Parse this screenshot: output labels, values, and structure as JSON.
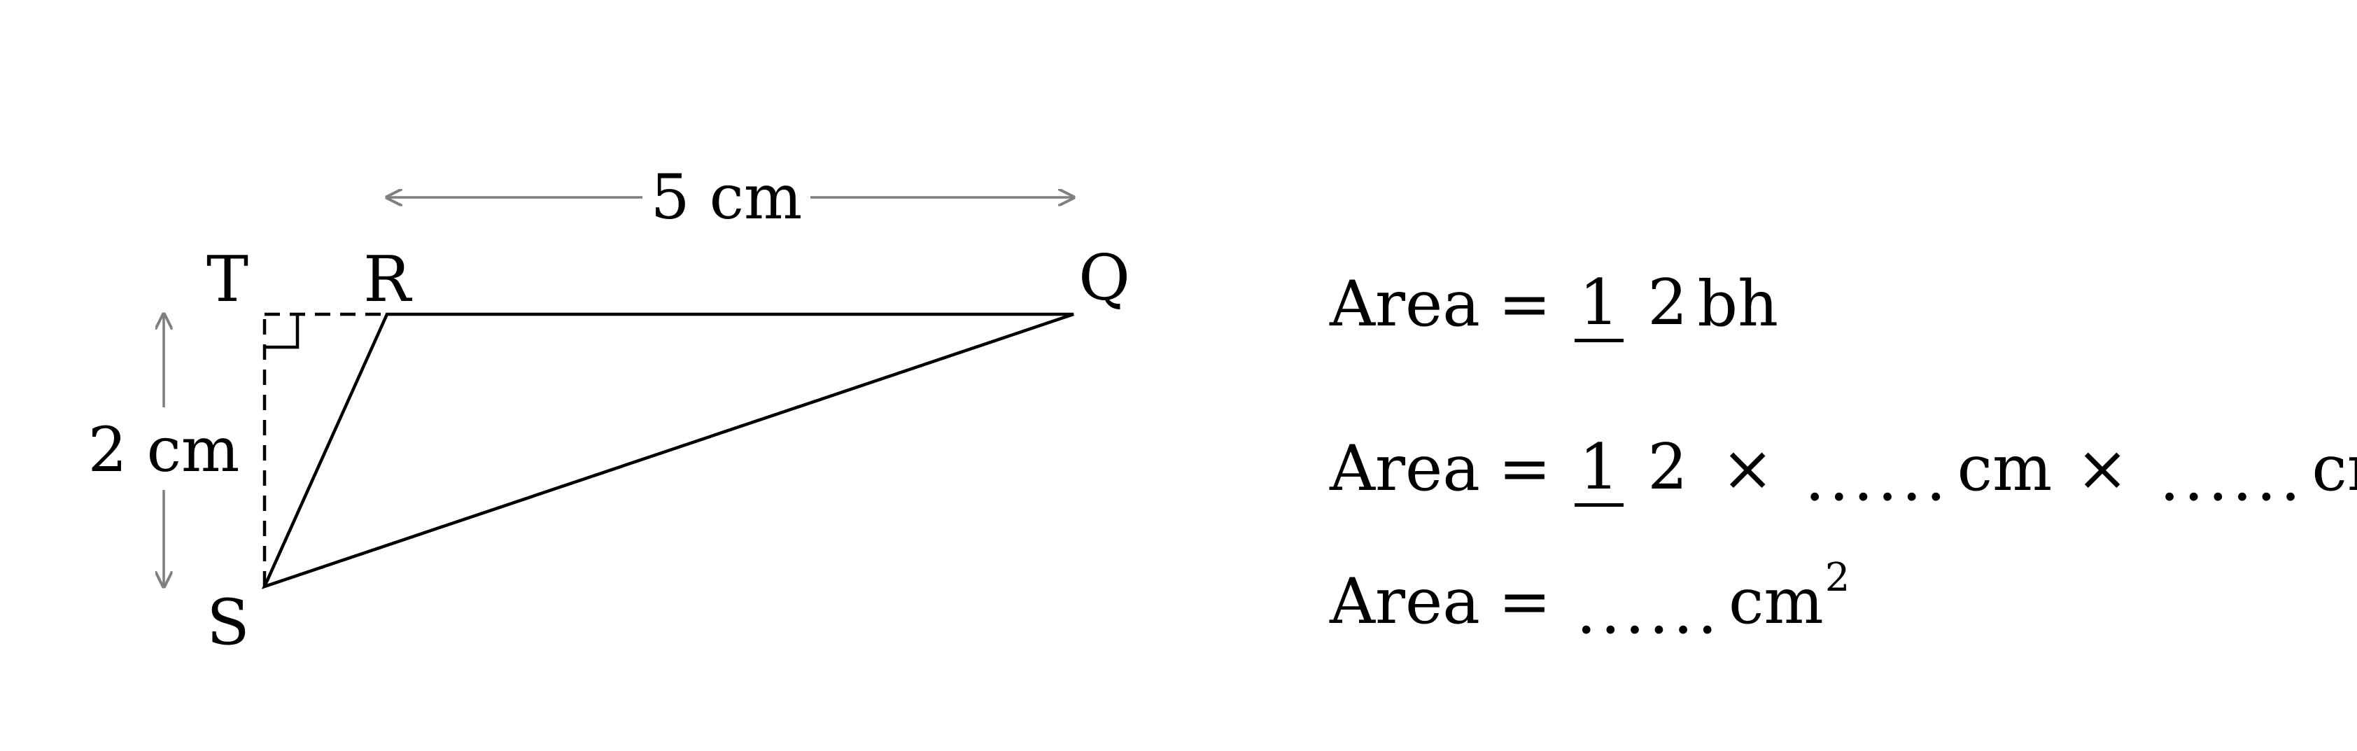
{
  "diagram": {
    "vertices": {
      "T": "T",
      "R": "R",
      "Q": "Q",
      "S": "S"
    },
    "dimensions": {
      "base": "5 cm",
      "height": "2 cm"
    }
  },
  "formulas": {
    "line1": {
      "lhs": "Area",
      "eq": "=",
      "frac_num": "1",
      "frac_den": "2",
      "rhs": "bh"
    },
    "line2": {
      "lhs": "Area",
      "eq": "=",
      "frac_num": "1",
      "frac_den": "2",
      "times1": "×",
      "blank1": "......",
      "unit1": "cm",
      "times2": "×",
      "blank2": "......",
      "unit2": "cm"
    },
    "line3": {
      "lhs": "Area",
      "eq": "=",
      "blank": "......",
      "unit": "cm",
      "unit_exp": "2"
    }
  },
  "colors": {
    "line": "#000000",
    "dimension": "#7f7f7f"
  }
}
